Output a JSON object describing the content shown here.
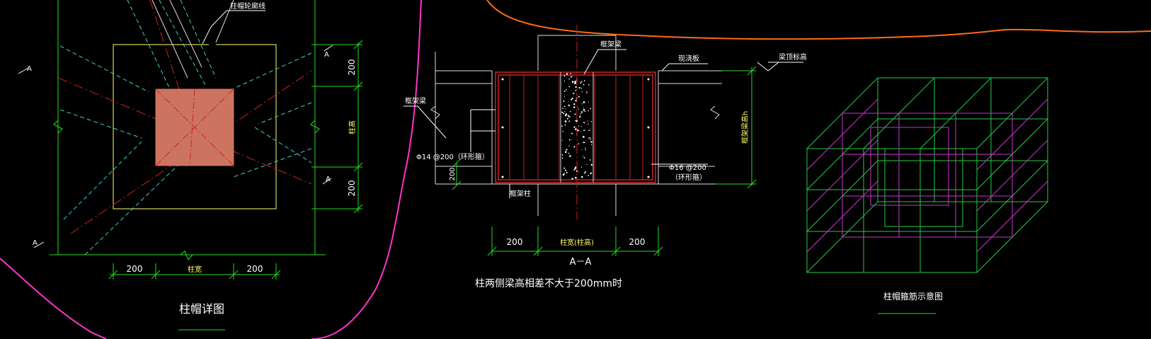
{
  "colors": {
    "background": "#000000",
    "dimension_green": "#22dd22",
    "yellow": "#ffff66",
    "red": "#cc2222",
    "cyan": "#44cccc",
    "magenta": "#ff33cc",
    "orange": "#ff6a1a",
    "column_fill": "#cd7460",
    "cube_magenta": "#cc33cc",
    "cube_green": "#22cc44"
  },
  "detail_left": {
    "title": "柱帽详图",
    "label_leader": "柱帽轮廓线",
    "dim_bottom_left": "200",
    "dim_bottom_mid": "柱宽",
    "dim_bottom_right": "200",
    "dim_right_top": "200",
    "dim_right_mid": "柱高",
    "dim_right_bottom": "200",
    "section_mark_a1": "A",
    "section_mark_a2": "A",
    "section_mark_a3": "A",
    "section_mark_a4": "A"
  },
  "section_aa": {
    "label_column_beam": "框架梁",
    "label_slab": "现浇板",
    "label_beam_top": "梁顶标高",
    "label_frame_beam_left": "框架梁",
    "label_rebar_left": "Φ14 @200（环形箍）",
    "label_rebar_right": "Φ16 @200",
    "label_rebar_right_sub": "（环形箍）",
    "label_column": "框架柱",
    "label_height": "框架梁高h",
    "dim_small": "200",
    "dim_bottom_left": "200",
    "dim_bottom_mid": "柱宽(柱高)",
    "dim_bottom_right": "200",
    "section_name": "A－A",
    "caption": "柱两侧梁高相差不大于200mm时"
  },
  "cube": {
    "caption": "柱帽箍筋示意图"
  }
}
